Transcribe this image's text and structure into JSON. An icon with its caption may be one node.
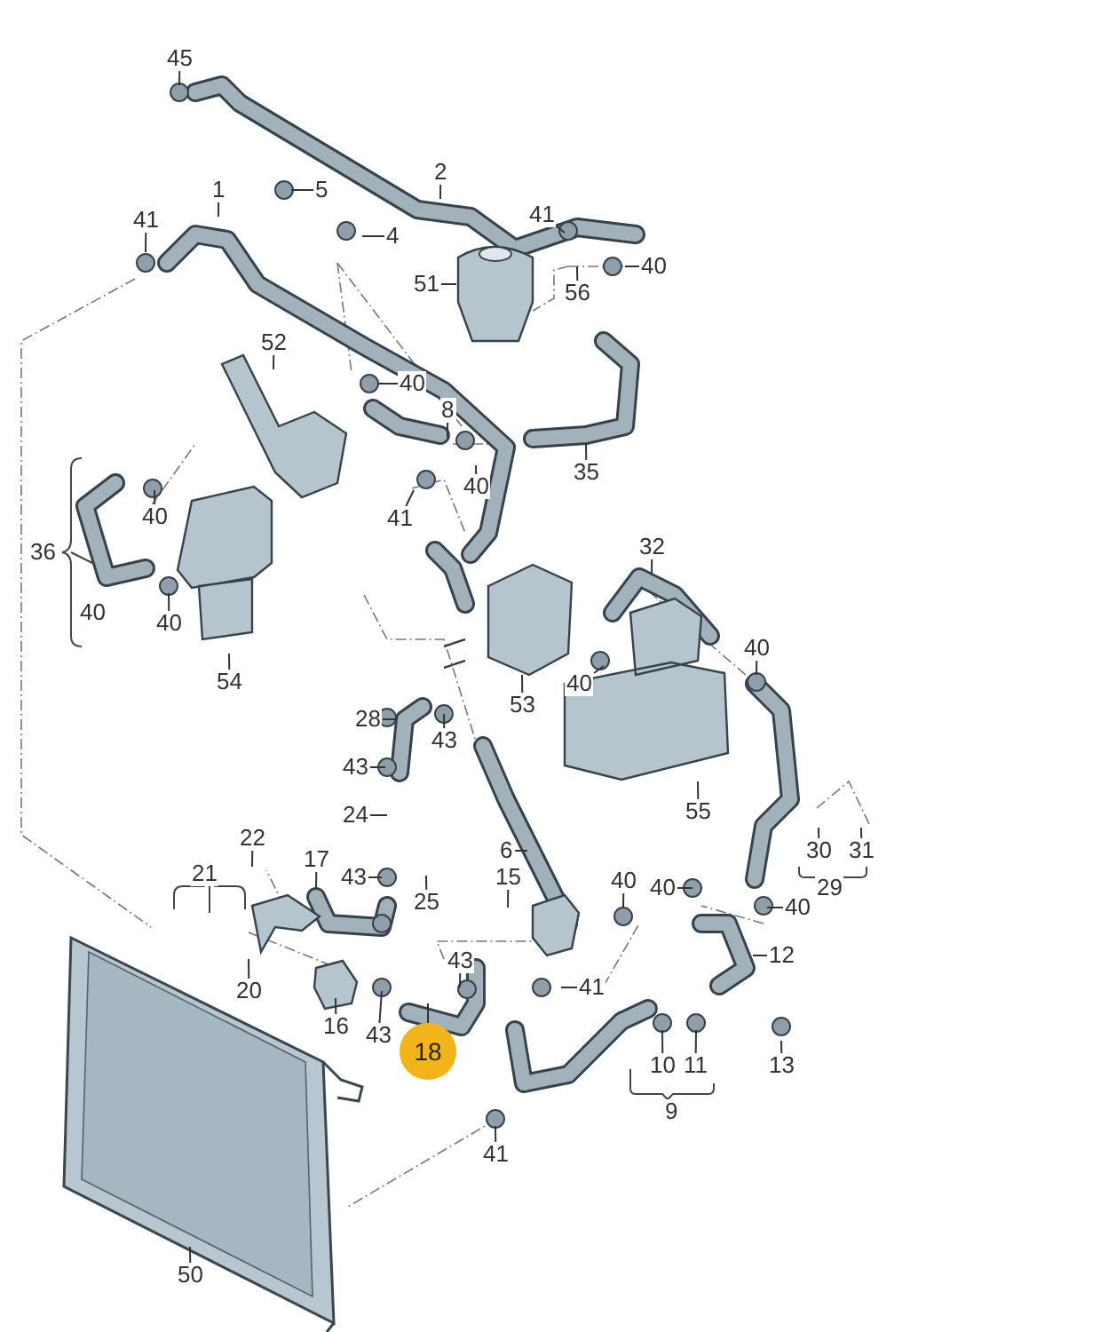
{
  "diagram": {
    "nodes": [
      {
        "text": [
          "45"
        ]
      },
      {
        "text": [
          "2"
        ]
      },
      {
        "text": [
          "1"
        ]
      },
      {
        "text": [
          "5"
        ]
      },
      {
        "text": [
          "41"
        ]
      },
      {
        "text": [
          "4"
        ]
      },
      {
        "text": [
          "41"
        ]
      },
      {
        "text": [
          "51"
        ]
      },
      {
        "text": [
          "40"
        ]
      },
      {
        "text": [
          "56"
        ]
      },
      {
        "text": [
          "52"
        ]
      },
      {
        "text": [
          "40"
        ]
      },
      {
        "text": [
          "8"
        ]
      },
      {
        "text": [
          "40"
        ]
      },
      {
        "text": [
          "35"
        ]
      },
      {
        "text": [
          "41"
        ]
      },
      {
        "text": [
          "40"
        ]
      },
      {
        "text": [
          "40"
        ]
      },
      {
        "text": [
          "54"
        ]
      },
      {
        "text": [
          "32"
        ]
      },
      {
        "text": [
          "40"
        ]
      },
      {
        "text": [
          "53"
        ]
      },
      {
        "text": [
          "40"
        ]
      },
      {
        "text": [
          "28"
        ]
      },
      {
        "text": [
          "43"
        ]
      },
      {
        "text": [
          "43"
        ]
      },
      {
        "text": [
          "55"
        ]
      },
      {
        "text": [
          "24"
        ]
      },
      {
        "text": [
          "6"
        ]
      },
      {
        "text": [
          "22"
        ]
      },
      {
        "text": [
          "17"
        ]
      },
      {
        "text": [
          "43"
        ]
      },
      {
        "text": [
          "25"
        ]
      },
      {
        "text": [
          "15"
        ]
      },
      {
        "text": [
          "40"
        ]
      },
      {
        "text": [
          "40"
        ]
      },
      {
        "text": [
          "40"
        ]
      },
      {
        "text": [
          "12"
        ]
      },
      {
        "text": [
          "20"
        ]
      },
      {
        "text": [
          "43"
        ]
      },
      {
        "text": [
          "41"
        ]
      },
      {
        "text": [
          "16"
        ]
      },
      {
        "text": [
          "43"
        ]
      },
      {
        "text": [
          "18"
        ]
      },
      {
        "text": [
          "10"
        ]
      },
      {
        "text": [
          "11"
        ]
      },
      {
        "text": [
          "13"
        ]
      },
      {
        "text": [
          "41"
        ]
      },
      {
        "text": [
          "50"
        ]
      },
      {
        "text": [
          "30"
        ]
      },
      {
        "text": [
          "31"
        ]
      },
      {
        "text": [
          "36"
        ]
      },
      {
        "text": [
          "40"
        ]
      },
      {
        "text": [
          "21"
        ]
      },
      {
        "text": [
          "29"
        ]
      },
      {
        "text": [
          "9"
        ]
      }
    ],
    "edges": [
      {
        "from": 0,
        "to": null,
        "arrow": "none"
      },
      {
        "from": 1,
        "to": null,
        "arrow": "none"
      },
      {
        "from": 2,
        "to": null,
        "arrow": "none"
      },
      {
        "from": 3,
        "to": null,
        "arrow": "none"
      },
      {
        "from": 4,
        "to": null,
        "arrow": "none"
      },
      {
        "from": 5,
        "to": null,
        "arrow": "none"
      },
      {
        "from": 6,
        "to": null,
        "arrow": "none"
      },
      {
        "from": 7,
        "to": null,
        "arrow": "none"
      },
      {
        "from": 8,
        "to": null,
        "arrow": "none"
      },
      {
        "from": 9,
        "to": null,
        "arrow": "none"
      },
      {
        "from": 10,
        "to": null,
        "arrow": "none"
      },
      {
        "from": 11,
        "to": null,
        "arrow": "none"
      },
      {
        "from": 12,
        "to": null,
        "arrow": "none"
      },
      {
        "from": 13,
        "to": null,
        "arrow": "none"
      },
      {
        "from": 14,
        "to": null,
        "arrow": "none"
      },
      {
        "from": 15,
        "to": null,
        "arrow": "none"
      },
      {
        "from": 16,
        "to": null,
        "arrow": "none"
      },
      {
        "from": 17,
        "to": null,
        "arrow": "none"
      },
      {
        "from": 18,
        "to": null,
        "arrow": "none"
      },
      {
        "from": 19,
        "to": null,
        "arrow": "none"
      },
      {
        "from": 20,
        "to": null,
        "arrow": "none"
      },
      {
        "from": 21,
        "to": null,
        "arrow": "none"
      },
      {
        "from": 22,
        "to": null,
        "arrow": "none"
      },
      {
        "from": 23,
        "to": null,
        "arrow": "none"
      },
      {
        "from": 24,
        "to": null,
        "arrow": "none"
      },
      {
        "from": 25,
        "to": null,
        "arrow": "none"
      },
      {
        "from": 26,
        "to": null,
        "arrow": "none"
      },
      {
        "from": 27,
        "to": null,
        "arrow": "none"
      },
      {
        "from": 28,
        "to": null,
        "arrow": "none"
      },
      {
        "from": 29,
        "to": null,
        "arrow": "none"
      },
      {
        "from": 30,
        "to": null,
        "arrow": "none"
      },
      {
        "from": 31,
        "to": null,
        "arrow": "none"
      },
      {
        "from": 32,
        "to": null,
        "arrow": "none"
      },
      {
        "from": 33,
        "to": null,
        "arrow": "none"
      },
      {
        "from": 34,
        "to": null,
        "arrow": "none"
      },
      {
        "from": 35,
        "to": null,
        "arrow": "none"
      },
      {
        "from": 36,
        "to": null,
        "arrow": "none"
      },
      {
        "from": 37,
        "to": null,
        "arrow": "none"
      },
      {
        "from": 38,
        "to": null,
        "arrow": "none"
      },
      {
        "from": 39,
        "to": null,
        "arrow": "none"
      },
      {
        "from": 40,
        "to": null,
        "arrow": "none"
      },
      {
        "from": 41,
        "to": null,
        "arrow": "none"
      },
      {
        "from": 42,
        "to": null,
        "arrow": "none"
      },
      {
        "from": 43,
        "to": null,
        "arrow": "none"
      },
      {
        "from": 44,
        "to": null,
        "arrow": "none"
      },
      {
        "from": 45,
        "to": null,
        "arrow": "none"
      },
      {
        "from": 46,
        "to": null,
        "arrow": "none"
      },
      {
        "from": 47,
        "to": null,
        "arrow": "none"
      },
      {
        "from": 48,
        "to": null,
        "arrow": "none"
      },
      {
        "from": 49,
        "to": null,
        "arrow": "none"
      },
      {
        "from": 50,
        "to": null,
        "arrow": "none"
      }
    ]
  }
}
